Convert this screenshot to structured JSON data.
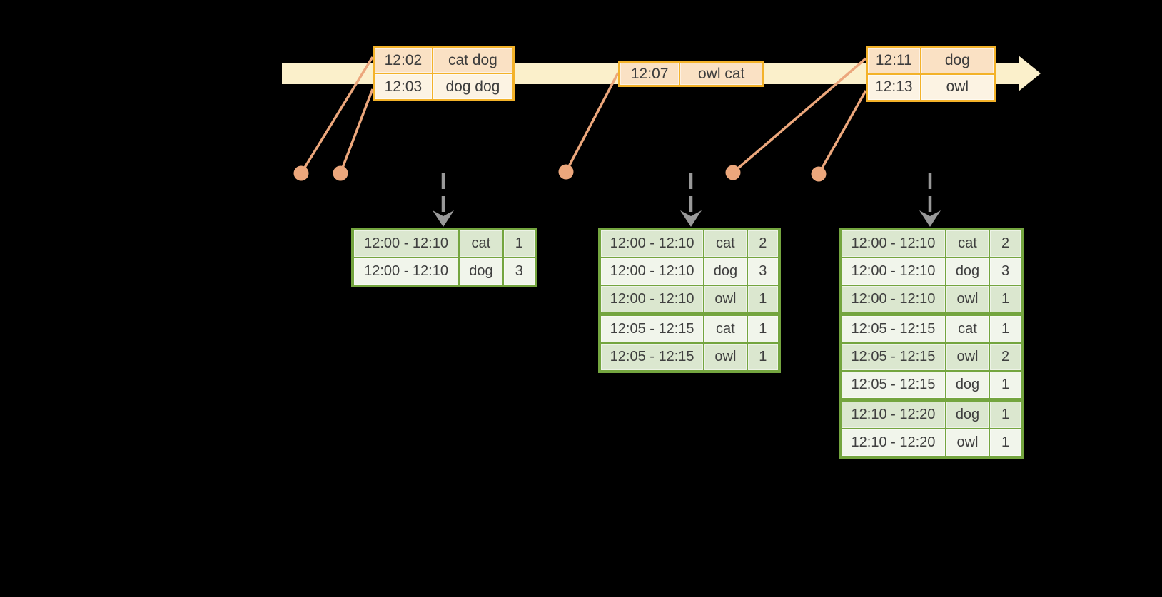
{
  "diagram_title": "streaming windowed word-count diagram",
  "colors": {
    "background": "#000000",
    "timeline_band": "#FBF0CB",
    "event_border": "#F3B229",
    "event_row_peach": "#FAE1C4",
    "event_row_cream": "#FCF3E3",
    "leader_line": "#ECA77C",
    "trigger_arrow": "#999999",
    "table_border": "#74A53F",
    "table_row_dark": "#DBE7CF",
    "table_row_light": "#F1F5EB",
    "text": "#3D3D3D"
  },
  "icons": {
    "timeline_arrow": "right-arrow",
    "trigger_arrow": "down-dashed-arrow",
    "event_marker": "dot"
  },
  "event_boxes": [
    {
      "rows": [
        {
          "time": "12:02",
          "words": "cat dog"
        },
        {
          "time": "12:03",
          "words": "dog dog"
        }
      ]
    },
    {
      "rows": [
        {
          "time": "12:07",
          "words": "owl cat"
        }
      ]
    },
    {
      "rows": [
        {
          "time": "12:11",
          "words": "dog"
        },
        {
          "time": "12:13",
          "words": "owl"
        }
      ]
    }
  ],
  "result_tables": [
    {
      "rows": [
        {
          "window": "12:00 - 12:10",
          "word": "cat",
          "count": "1"
        },
        {
          "window": "12:00 - 12:10",
          "word": "dog",
          "count": "3"
        }
      ]
    },
    {
      "rows": [
        {
          "window": "12:00 - 12:10",
          "word": "cat",
          "count": "2"
        },
        {
          "window": "12:00 - 12:10",
          "word": "dog",
          "count": "3"
        },
        {
          "window": "12:00 - 12:10",
          "word": "owl",
          "count": "1"
        },
        {
          "window": "12:05 - 12:15",
          "word": "cat",
          "count": "1"
        },
        {
          "window": "12:05 - 12:15",
          "word": "owl",
          "count": "1"
        }
      ]
    },
    {
      "rows": [
        {
          "window": "12:00 - 12:10",
          "word": "cat",
          "count": "2"
        },
        {
          "window": "12:00 - 12:10",
          "word": "dog",
          "count": "3"
        },
        {
          "window": "12:00 - 12:10",
          "word": "owl",
          "count": "1"
        },
        {
          "window": "12:05 - 12:15",
          "word": "cat",
          "count": "1"
        },
        {
          "window": "12:05 - 12:15",
          "word": "owl",
          "count": "2"
        },
        {
          "window": "12:05 - 12:15",
          "word": "dog",
          "count": "1"
        },
        {
          "window": "12:10 - 12:20",
          "word": "dog",
          "count": "1"
        },
        {
          "window": "12:10 - 12:20",
          "word": "owl",
          "count": "1"
        }
      ]
    }
  ]
}
